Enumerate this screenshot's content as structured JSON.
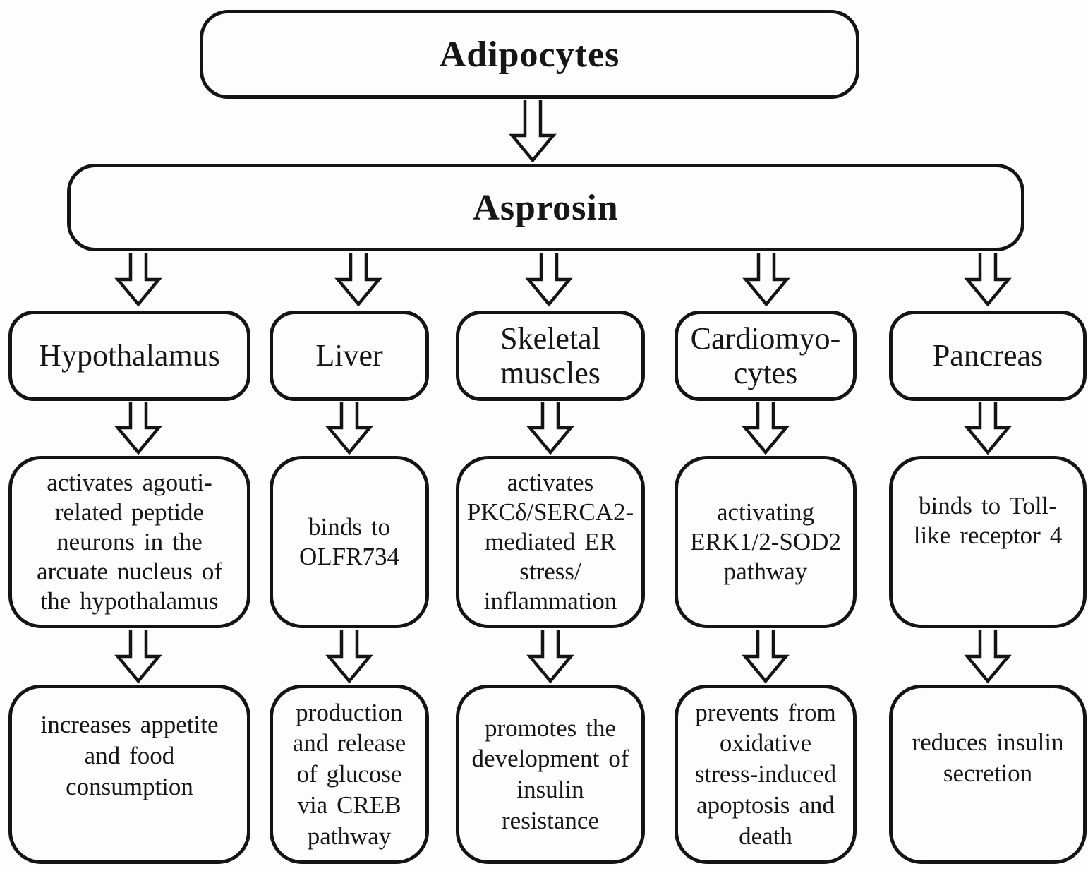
{
  "diagram": {
    "title": "Adipocytes",
    "hormone": "Asprosin",
    "columns": [
      {
        "organ": "Hypothalamus",
        "mechanism": "activates agouti-related peptide neurons in the arcuate nucleus of the hypothalamus",
        "outcome": "increases appetite and food consumption"
      },
      {
        "organ": "Liver",
        "mechanism": "binds to OLFR734",
        "outcome": "production and release of glucose via CREB pathway"
      },
      {
        "organ": "Skeletal muscles",
        "mechanism": "activates PKCδ/SERCA2-mediated ER stress/​inflammation",
        "outcome": "promotes the development of insulin resistance"
      },
      {
        "organ": "Cardiomyo-cytes",
        "mechanism": "activating ERK1/2-SOD2 pathway",
        "outcome": "prevents from oxidative stress-induced apoptosis and death"
      },
      {
        "organ": "Pancreas",
        "mechanism": "binds to Toll-like receptor 4",
        "outcome": "reduces insulin secretion"
      }
    ],
    "colors": {
      "border": "#141414",
      "background": "#fdfdfd",
      "text": "#161616"
    }
  }
}
